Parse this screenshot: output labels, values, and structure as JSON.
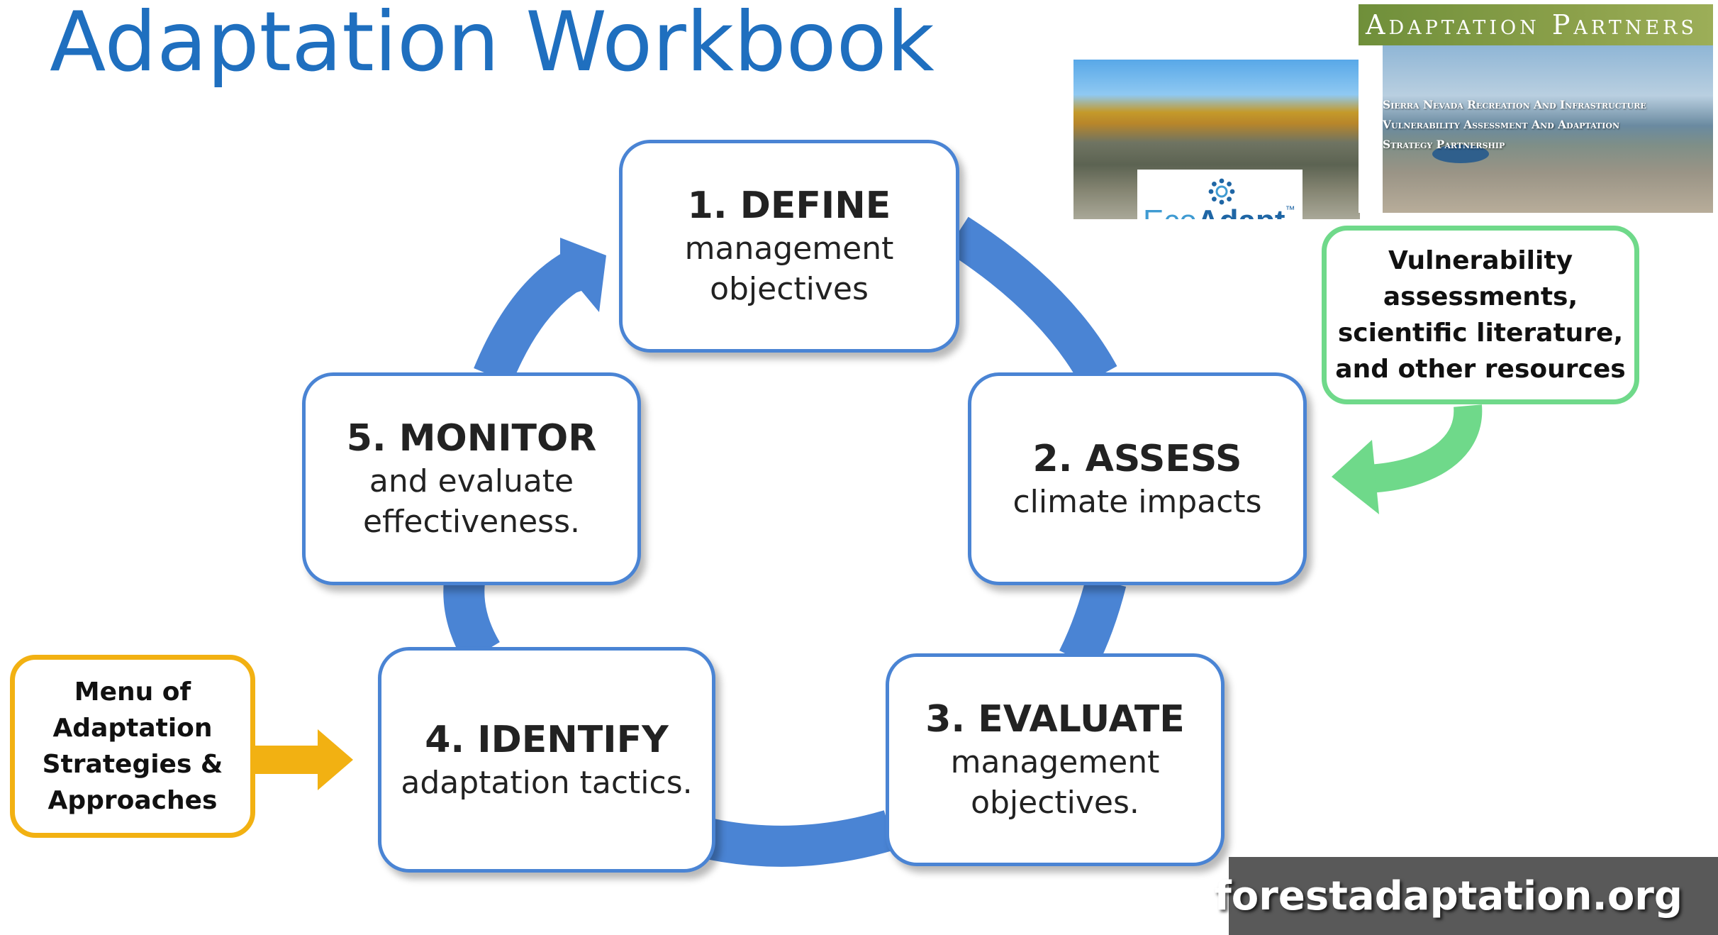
{
  "title": "Adaptation Workbook",
  "steps": [
    {
      "head": "1. DEFINE",
      "lines": [
        "management",
        "objectives"
      ]
    },
    {
      "head": "2. ASSESS",
      "lines": [
        "climate impacts"
      ]
    },
    {
      "head": "3. EVALUATE",
      "lines": [
        "management",
        "objectives."
      ]
    },
    {
      "head": "4. IDENTIFY",
      "lines": [
        "adaptation tactics."
      ]
    },
    {
      "head": "5. MONITOR",
      "lines": [
        "and evaluate",
        "effectiveness."
      ]
    }
  ],
  "inputs": {
    "vulnerability": [
      "Vulnerability",
      "assessments,",
      "scientific literature,",
      "and other resources"
    ],
    "menu": [
      "Menu of",
      "Adaptation",
      "Strategies &",
      "Approaches"
    ]
  },
  "logos": {
    "ecoadapt_part1": "Eco",
    "ecoadapt_part2": "Adapt",
    "ecoadapt_tm": "™",
    "adaptation_partners": "Adaptation Partners",
    "partnership_lines": [
      "Sierra Nevada Recreation And Infrastructure",
      "Vulnerability Assessment And Adaptation",
      "Strategy Partnership"
    ]
  },
  "footer": "forestadaptation.org",
  "colors": {
    "title": "#1f6fbf",
    "cycle": "#4a84d4",
    "green_arrow": "#6fd98a",
    "gold_arrow": "#f2b112",
    "footer_bg": "#595959"
  }
}
